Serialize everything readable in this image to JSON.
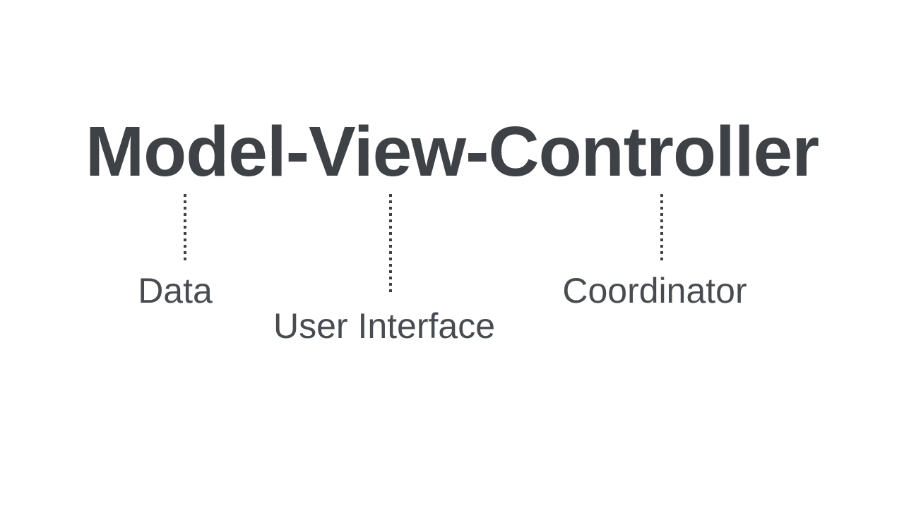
{
  "diagram": {
    "title": "Model-View-Controller",
    "nodes": [
      {
        "term": "Model",
        "label": "Data"
      },
      {
        "term": "View",
        "label": "User Interface"
      },
      {
        "term": "Controller",
        "label": "Coordinator"
      }
    ]
  },
  "colors": {
    "background": "#ffffff",
    "title_text": "#3e4247",
    "label_text": "#484c51",
    "connector": "#3e4247"
  }
}
